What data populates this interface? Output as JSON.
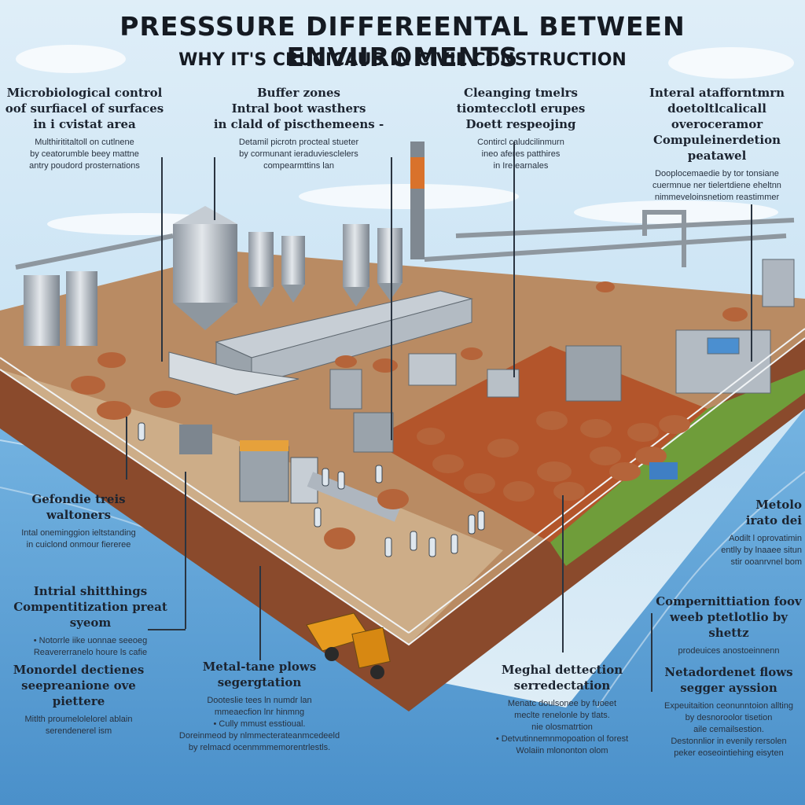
{
  "header": {
    "title": "PRESSSURE DIFFEREENTAL BETWEEN ENVIIROMENTS",
    "subtitle": "WHY IT'S CRUCICAUS IN CIVIL CONSTRUCTION"
  },
  "labels": {
    "top_1": {
      "head": [
        "Microbiological control",
        "oof surfiacel of surfaces",
        "in i cvistat area"
      ],
      "body": [
        "Multhirititaltoll on cutlnene",
        "by ceatorumble beey mattne",
        "antry poudord prosternations"
      ]
    },
    "top_2": {
      "head": [
        "Buffer zones",
        "Intral boot wasthers",
        "in clald of piscthemeens -"
      ],
      "body": [
        "Detamil picrotn procteal stueter",
        "by cormunant ieraduviesclelers",
        "compearmttins lan"
      ]
    },
    "top_3": {
      "head": [
        "Cleanging tmelrs",
        "tiomtecclotl erupes",
        "Doett respeojing"
      ],
      "body": [
        "Contircl caludcilinmurn",
        "ineo aferes patthires",
        "in Ire earnales"
      ]
    },
    "top_4": {
      "head": [
        "Interal atafforntmrn",
        "doetoltlcalicall overoceramor",
        "Compuleinerdetion peatawel"
      ],
      "body": [
        "Dooplocemaedie by tor tonsiane",
        "cuermnue ner tielertdiene eheltnn",
        "nimmeveloinsnetiom reastimmer"
      ]
    },
    "left_1": {
      "head": [
        "Gefondie treis",
        "waltoners"
      ],
      "body": [
        "Intal oneminggion ieltstanding",
        "in cuiclond onmour fiereree"
      ]
    },
    "left_2": {
      "head": [
        "Intrial shitthings",
        "Compentitization preat syeom"
      ],
      "body": [
        "• Notorrle iike uonnae seeoeg",
        "Reavererranelo houre ls cafie"
      ]
    },
    "left_3": {
      "head": [
        "Monordel dectienes",
        "seepreanione ove piettere"
      ],
      "body": [
        "Mitlth proumelolelorel ablain",
        "serendenerel ism"
      ]
    },
    "bottom_1": {
      "head": [
        "Metal-tane plows",
        "segergtation"
      ],
      "body": [
        "Dooteslie tees ln numdr lan",
        "mmeaecfion lnr hinmng",
        "• Cully mmust esstioual.",
        "Doreinmeod by nlmmecterateanmcedeeld",
        "by relmacd ocenmmmemorentrlestls."
      ]
    },
    "bottom_2": {
      "head": [
        "Meghal dettection",
        "serredectation"
      ],
      "body": [
        "Menatc doulsonee by fuoeet",
        "meclte renelonle by tlats.",
        "nie olosmatrtion",
        "• Detvutinnemnmopoation ol forest",
        "Wolaiin mlononton olom"
      ]
    },
    "right_1": {
      "head": [
        "Metolo",
        "irato dei"
      ],
      "body": [
        "Aodilt l oprovatimin",
        "entlly by lnaaee situn",
        "stir ooanrvnel bom"
      ]
    },
    "right_2": {
      "head": [
        "Compernittiation foov",
        "weeb ptetlotlio by shettz"
      ],
      "body": [
        "prodeuices anostoeinnenn"
      ]
    },
    "right_3": {
      "head": [
        "Netadordenet flows",
        "segger ayssion"
      ],
      "body": [
        "Expeuitaition ceonunntoion allting",
        "by desnoroolor tisetion",
        "aile cemailsestion.",
        "Destonnlior in evenily rersolen",
        "peker eoseointiehing eisyten"
      ]
    }
  },
  "scene": {
    "water_color": "#3d8fd0",
    "ground_color": "#b07a52",
    "grass_color": "#6f9d3a",
    "metal_color": "#aeb6bf",
    "cattle_color": "#b5643a",
    "truck_color": "#e69a1e"
  }
}
